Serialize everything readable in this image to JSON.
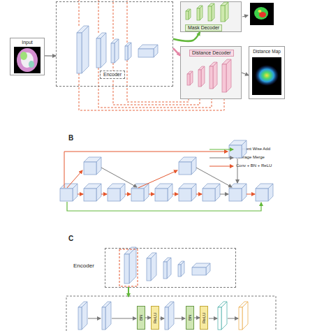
{
  "diagram": {
    "nodes": [
      {
        "text": [
          "Input"
        ]
      },
      {
        "text": [
          "Encoder"
        ]
      },
      {
        "text": [
          "Mask Decoder"
        ]
      },
      {
        "text": [
          "Distance Decoder"
        ]
      },
      {
        "text": [
          "Distance Map"
        ]
      },
      {
        "text": [
          "Encoder"
        ]
      },
      {
        "text": [
          "BN"
        ]
      },
      {
        "text": [
          "ReLU"
        ]
      },
      {
        "text": [
          "BN"
        ]
      },
      {
        "text": [
          "ReLU"
        ]
      }
    ],
    "edges": [
      {
        "from": 0,
        "to": 1,
        "arrow": "to"
      },
      {
        "from": 1,
        "to": 2,
        "arrow": "to"
      },
      {
        "from": 1,
        "to": 3,
        "arrow": "to"
      },
      {
        "from": 3,
        "to": 4,
        "arrow": "to"
      },
      {
        "from": 6,
        "to": 7,
        "arrow": "to"
      },
      {
        "from": 8,
        "to": 9,
        "arrow": "to"
      }
    ],
    "labels": [
      "B",
      "C"
    ],
    "legend": [
      {
        "text": "Element Wise Add"
      },
      {
        "text": "Average Merge"
      },
      {
        "text": "Conv + BN + ReLU"
      }
    ]
  }
}
